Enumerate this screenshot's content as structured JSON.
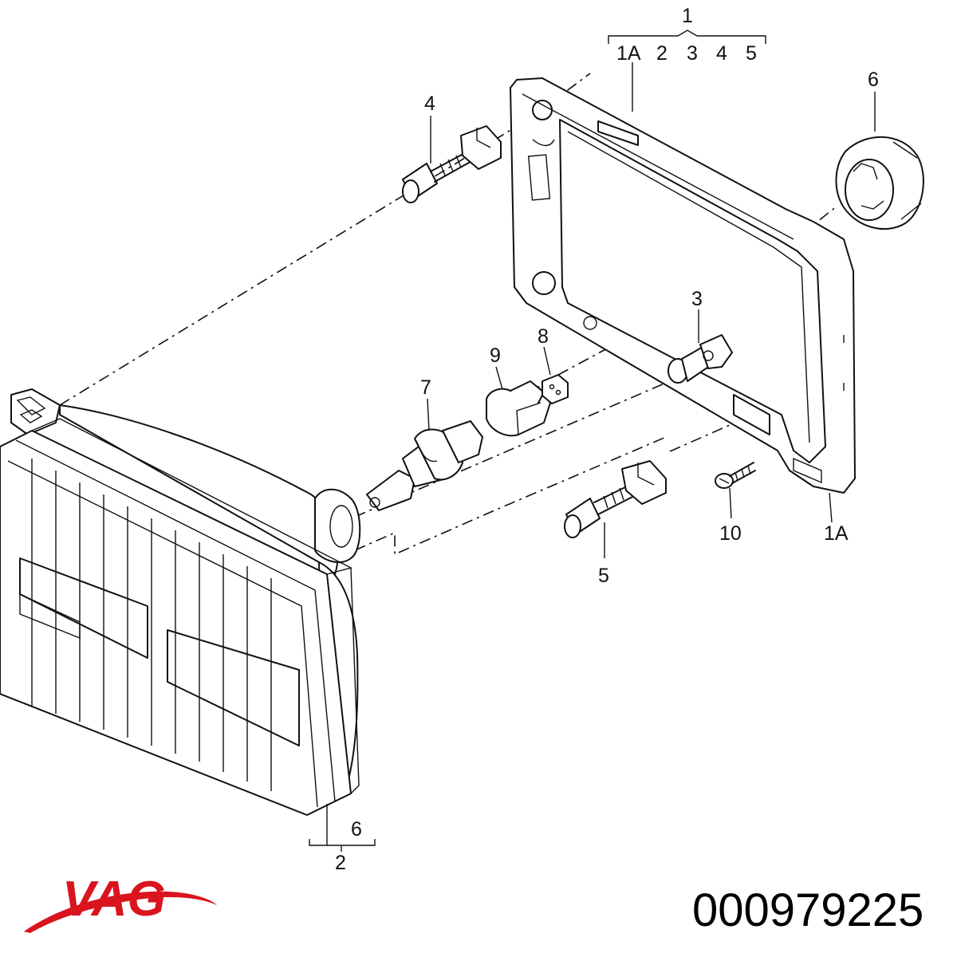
{
  "callouts": {
    "group_1": "1",
    "group_1_items": [
      "1A",
      "2",
      "3",
      "4",
      "5"
    ],
    "frame_top_1a": "1A",
    "frame_bottom_1a": "1A",
    "part_2": "2",
    "part_2_sub_6": "6",
    "part_3": "3",
    "part_4": "4",
    "part_5": "5",
    "part_6": "6",
    "part_7": "7",
    "part_8": "8",
    "part_9": "9",
    "part_10": "10"
  },
  "brand": {
    "logo_text": "VAG",
    "logo_color": "#d9141e"
  },
  "part_number": "000979225",
  "colors": {
    "line": "#111111",
    "background": "#ffffff"
  }
}
